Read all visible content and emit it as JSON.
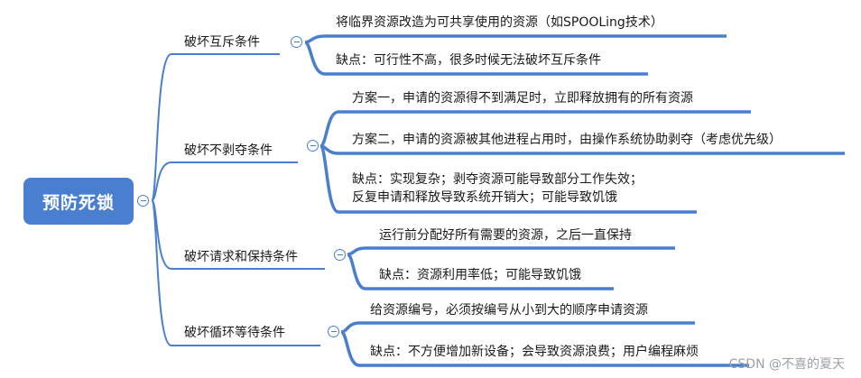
{
  "root": {
    "label": "预防死锁"
  },
  "branches": [
    {
      "label": "破坏互斥条件",
      "leaves": [
        {
          "lines": [
            "将临界资源改造为可共享使用的资源（如SPOOLing技术）"
          ]
        },
        {
          "lines": [
            "缺点：可行性不高，很多时候无法破坏互斥条件"
          ]
        }
      ]
    },
    {
      "label": "破坏不剥夺条件",
      "leaves": [
        {
          "lines": [
            "方案一，申请的资源得不到满足时，立即释放拥有的所有资源"
          ]
        },
        {
          "lines": [
            "方案二，申请的资源被其他进程占用时，由操作系统协助剥夺（考虑优先级）"
          ]
        },
        {
          "lines": [
            "缺点：实现复杂；剥夺资源可能导致部分工作失效；",
            "反复申请和释放导致系统开销大；可能导致饥饿"
          ]
        }
      ]
    },
    {
      "label": "破坏请求和保持条件",
      "leaves": [
        {
          "lines": [
            "运行前分配好所有需要的资源，之后一直保持"
          ]
        },
        {
          "lines": [
            "缺点：资源利用率低；可能导致饥饿"
          ]
        }
      ]
    },
    {
      "label": "破坏循环等待条件",
      "leaves": [
        {
          "lines": [
            "给资源编号，必须按编号从小到大的顺序申请资源"
          ]
        },
        {
          "lines": [
            "缺点：不方便增加新设备；会导致资源浪费；用户编程麻烦"
          ]
        }
      ]
    }
  ],
  "watermark": "CSDN @不喜的夏天",
  "colors": {
    "accent": "#4a7fd0",
    "root_text": "#ffffff"
  }
}
